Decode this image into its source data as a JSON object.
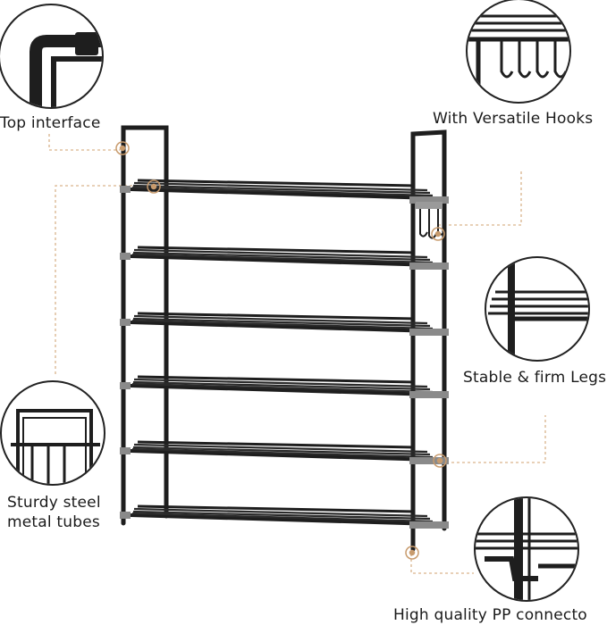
{
  "callouts": {
    "top_interface": "Top interface",
    "hooks": "With Versatile Hooks",
    "legs": "Stable & firm Legs",
    "tubes_line1": "Sturdy steel",
    "tubes_line2": "metal tubes",
    "connector": "High quality PP connecto"
  },
  "colors": {
    "frame": "#1e1e1e",
    "connector": "#8a8a8a",
    "leader_line": "#d9b38c",
    "marker": "#c89b6d"
  }
}
